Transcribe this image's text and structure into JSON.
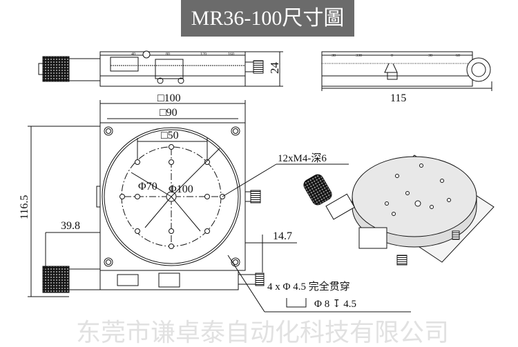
{
  "title": "MR36-100尺寸圖",
  "dims": {
    "height_side": "24",
    "width_front": "115",
    "square_outer": "□100",
    "square_inner": "□90",
    "square_holes": "□50",
    "circle_inner": "Φ70",
    "circle_outer": "Φ100",
    "overall_height": "116.5",
    "offset_left": "39.8",
    "offset_right": "14.7"
  },
  "notes": {
    "tapped_holes": "12xM4-深6",
    "through_holes": "4 x  Φ  4.5  完全贯穿",
    "counterbore": "Φ 8 ↧ 4.5"
  },
  "watermark": "东莞市谦卓泰自动化科技有限公司",
  "scale_labels": {
    "side": [
      "40",
      "80",
      "120",
      "160"
    ],
    "front": [
      "30",
      "330",
      "0",
      "30",
      "60"
    ]
  }
}
